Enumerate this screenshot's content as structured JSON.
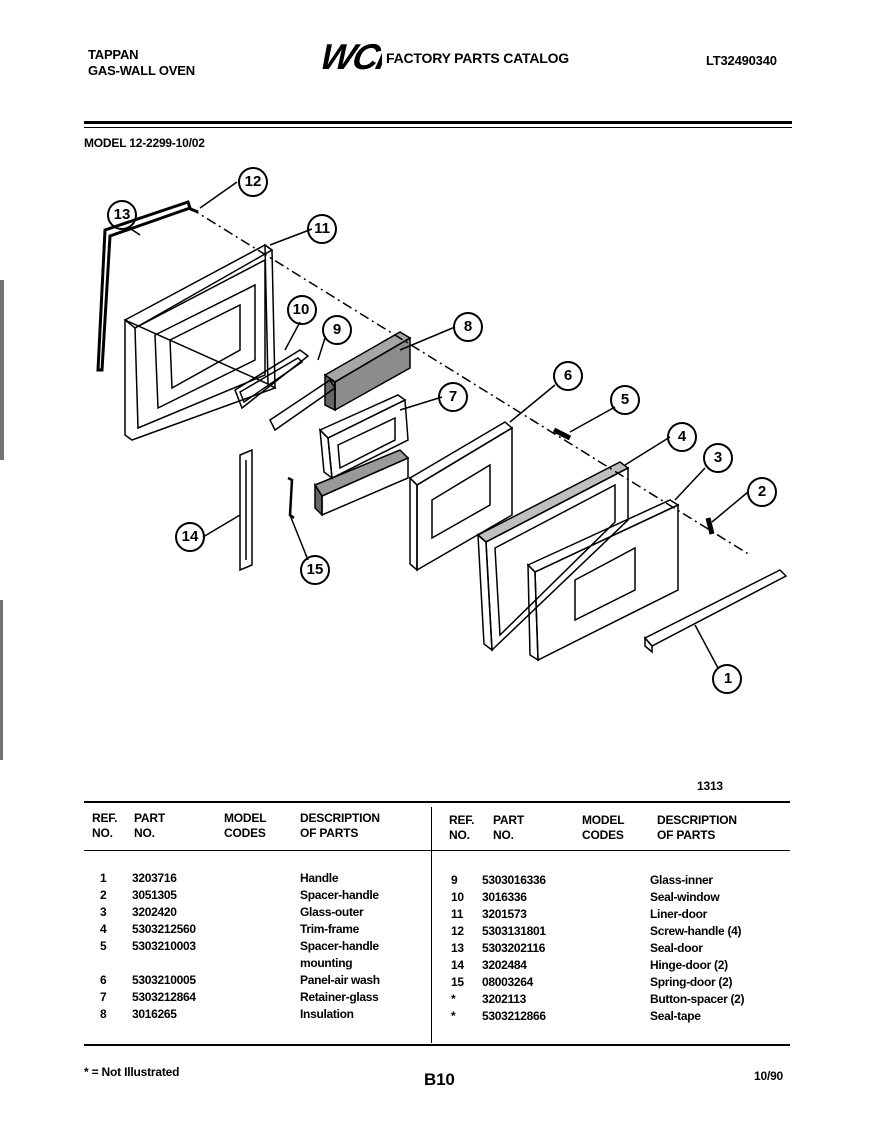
{
  "header": {
    "brand": "TAPPAN",
    "product": "GAS-WALL OVEN",
    "logo_text": "WCI",
    "catalog_title": "FACTORY PARTS CATALOG",
    "catalog_number": "LT32490340",
    "model": "MODEL 12-2299-10/02"
  },
  "diagram": {
    "figure_number": "1313",
    "callouts": [
      "1",
      "2",
      "3",
      "4",
      "5",
      "6",
      "7",
      "8",
      "9",
      "10",
      "11",
      "12",
      "13",
      "14",
      "15"
    ]
  },
  "table": {
    "headers": {
      "ref_no": "REF.\nNO.",
      "ref_line1": "REF.",
      "ref_line2": "NO.",
      "part_line1": "PART",
      "part_line2": "NO.",
      "model_line1": "MODEL",
      "model_line2": "CODES",
      "desc_line1": "DESCRIPTION",
      "desc_line2": "OF PARTS"
    },
    "left_rows": [
      {
        "ref": "1",
        "part": "3203716",
        "model": "",
        "desc": "Handle"
      },
      {
        "ref": "2",
        "part": "3051305",
        "model": "",
        "desc": "Spacer-handle"
      },
      {
        "ref": "3",
        "part": "3202420",
        "model": "",
        "desc": "Glass-outer"
      },
      {
        "ref": "4",
        "part": "5303212560",
        "model": "",
        "desc": "Trim-frame"
      },
      {
        "ref": "5",
        "part": "5303210003",
        "model": "",
        "desc": "Spacer-handle"
      },
      {
        "ref": "",
        "part": "",
        "model": "",
        "desc": "mounting"
      },
      {
        "ref": "6",
        "part": "5303210005",
        "model": "",
        "desc": "Panel-air wash"
      },
      {
        "ref": "7",
        "part": "5303212864",
        "model": "",
        "desc": "Retainer-glass"
      },
      {
        "ref": "8",
        "part": "3016265",
        "model": "",
        "desc": "Insulation"
      }
    ],
    "right_rows": [
      {
        "ref": "9",
        "part": "5303016336",
        "model": "",
        "desc": "Glass-inner"
      },
      {
        "ref": "10",
        "part": "3016336",
        "model": "",
        "desc": "Seal-window"
      },
      {
        "ref": "11",
        "part": "3201573",
        "model": "",
        "desc": "Liner-door"
      },
      {
        "ref": "12",
        "part": "5303131801",
        "model": "",
        "desc": "Screw-handle (4)"
      },
      {
        "ref": "13",
        "part": "5303202116",
        "model": "",
        "desc": "Seal-door"
      },
      {
        "ref": "14",
        "part": "3202484",
        "model": "",
        "desc": "Hinge-door (2)"
      },
      {
        "ref": "15",
        "part": "08003264",
        "model": "",
        "desc": "Spring-door (2)"
      },
      {
        "ref": "*",
        "part": "3202113",
        "model": "",
        "desc": "Button-spacer (2)"
      },
      {
        "ref": "*",
        "part": "5303212866",
        "model": "",
        "desc": "Seal-tape"
      }
    ]
  },
  "footer": {
    "note": "* = Not Illustrated",
    "page": "B10",
    "date": "10/90"
  }
}
